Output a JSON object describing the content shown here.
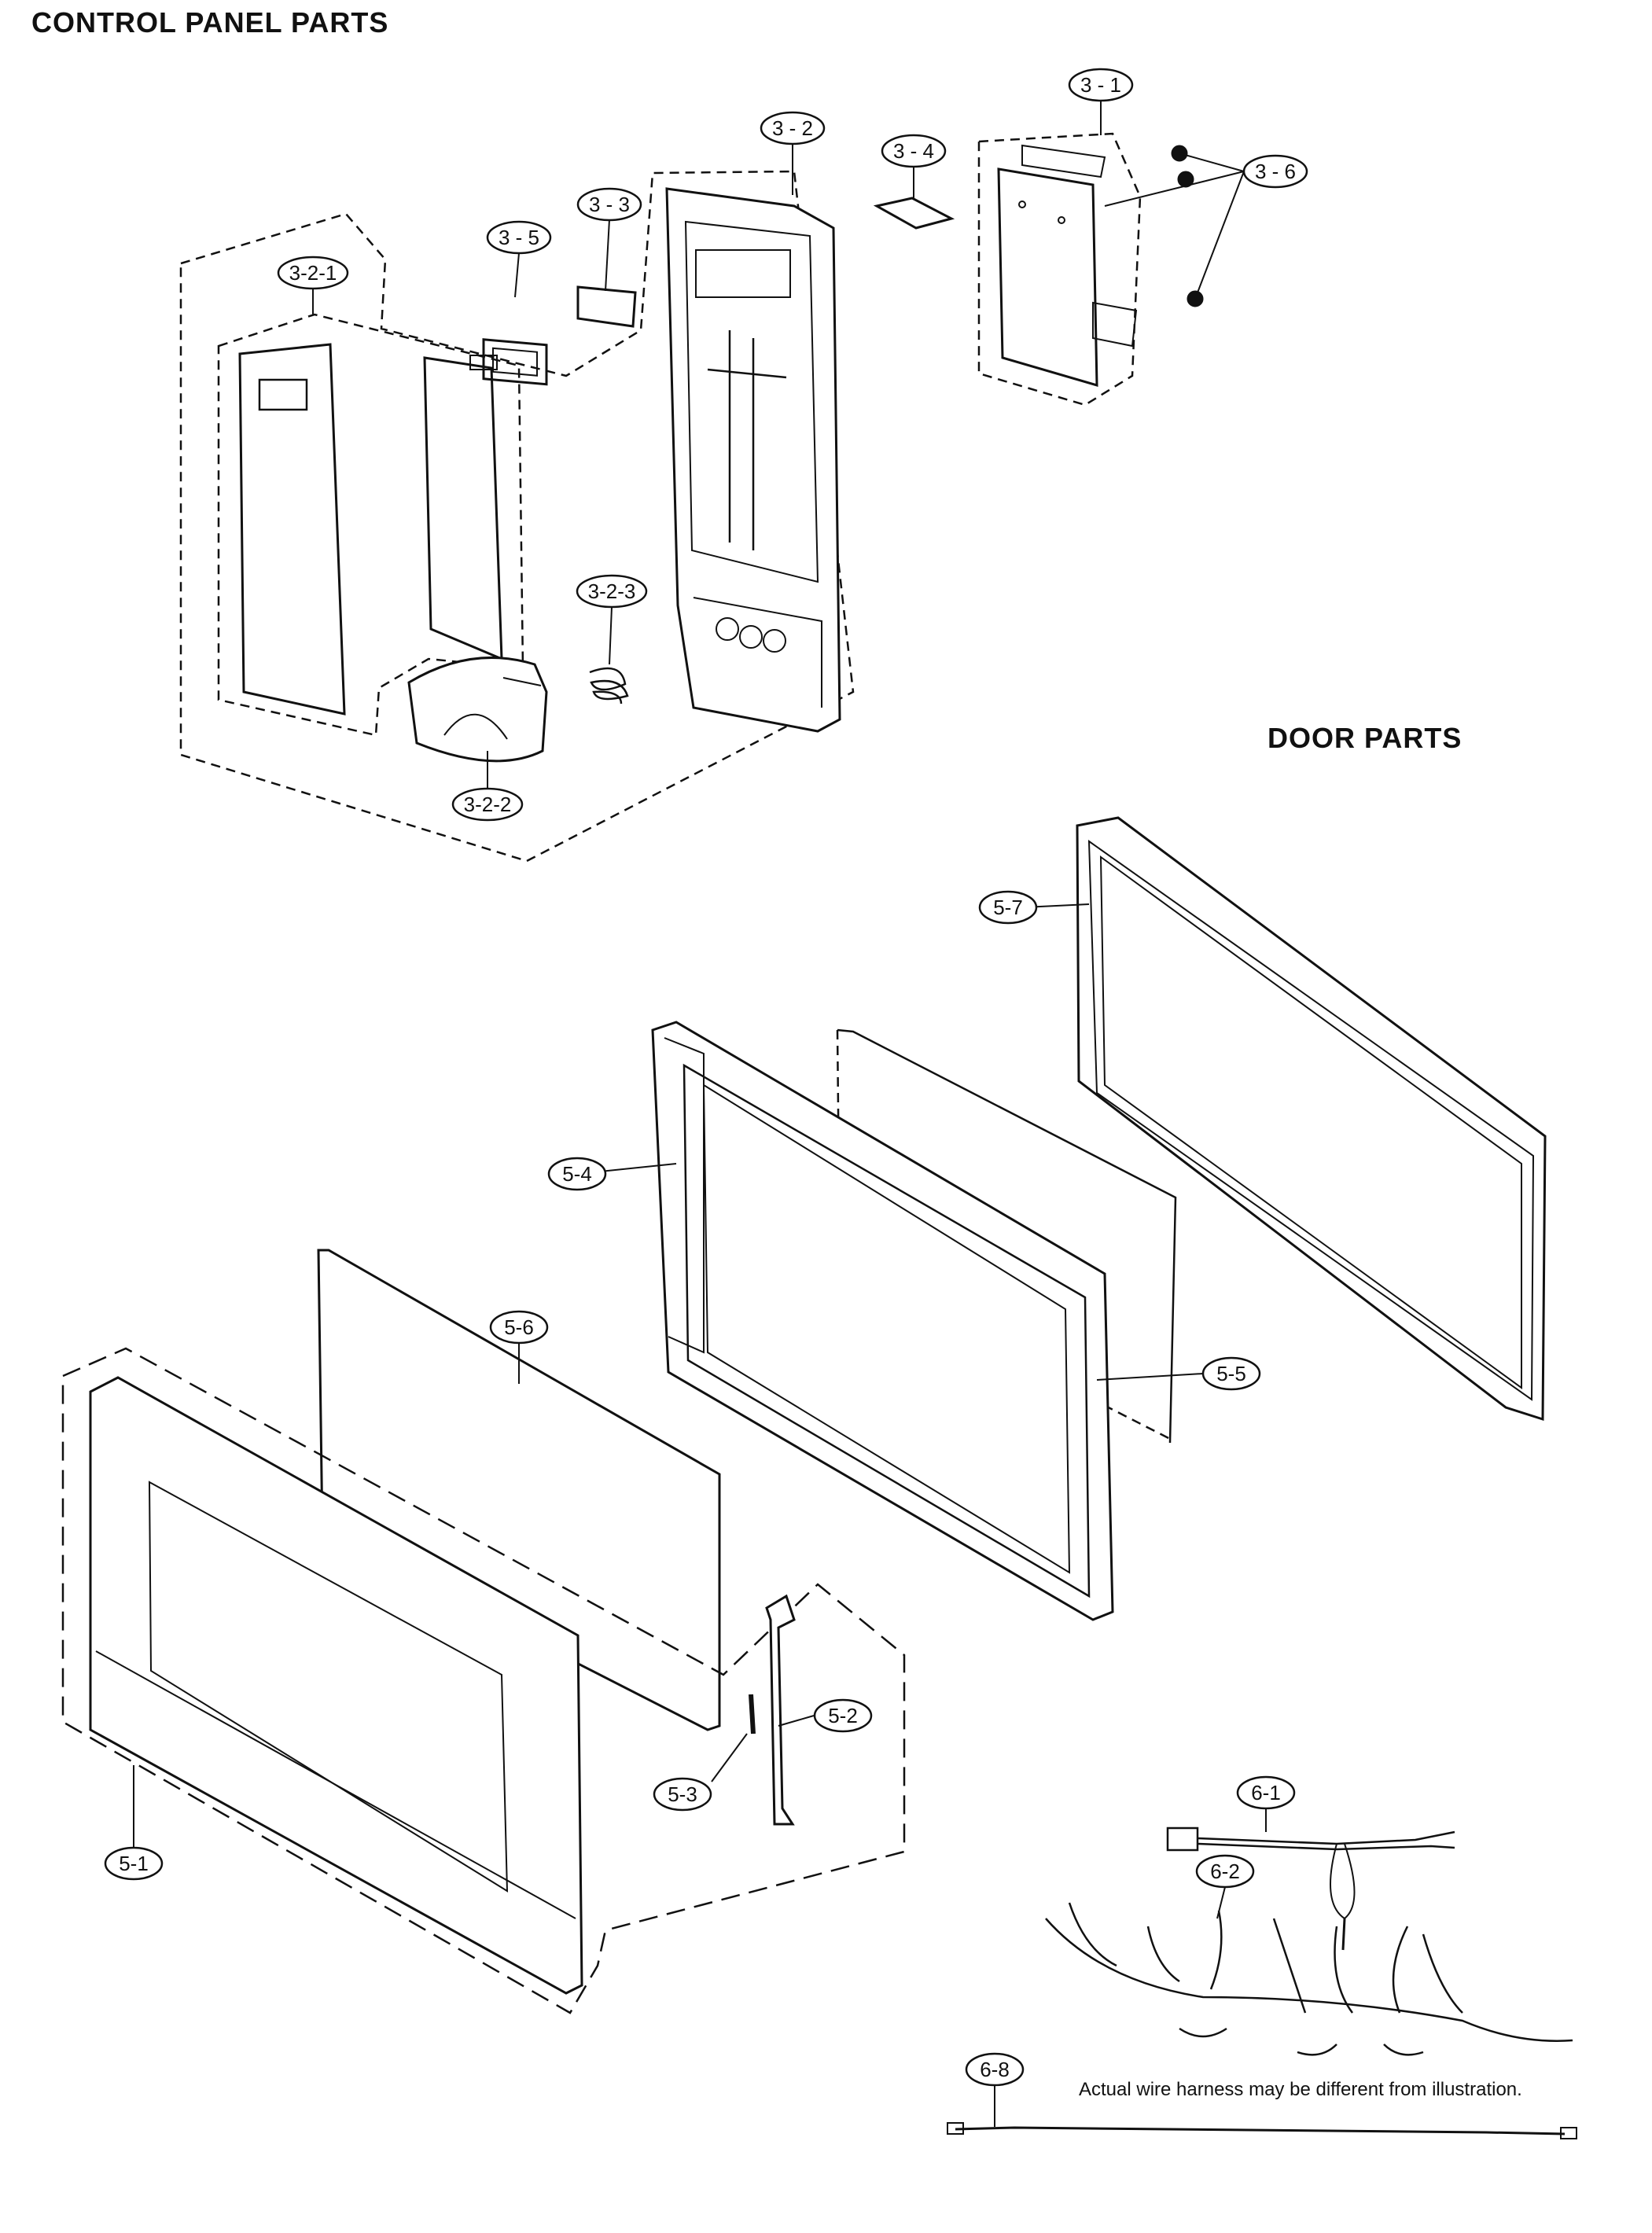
{
  "sections": {
    "control_panel_title": "CONTROL PANEL PARTS",
    "door_title": "DOOR PARTS"
  },
  "callouts": {
    "c3_1": "3 - 1",
    "c3_2": "3 - 2",
    "c3_3": "3 - 3",
    "c3_4": "3 - 4",
    "c3_5": "3 - 5",
    "c3_6": "3 - 6",
    "c3_2_1": "3-2-1",
    "c3_2_2": "3-2-2",
    "c3_2_3": "3-2-3",
    "c5_1": "5-1",
    "c5_2": "5-2",
    "c5_3": "5-3",
    "c5_4": "5-4",
    "c5_5": "5-5",
    "c5_6": "5-6",
    "c5_7": "5-7",
    "c6_1": "6-1",
    "c6_2": "6-2",
    "c6_8": "6-8"
  },
  "note": "Actual wire harness may be different from illustration."
}
